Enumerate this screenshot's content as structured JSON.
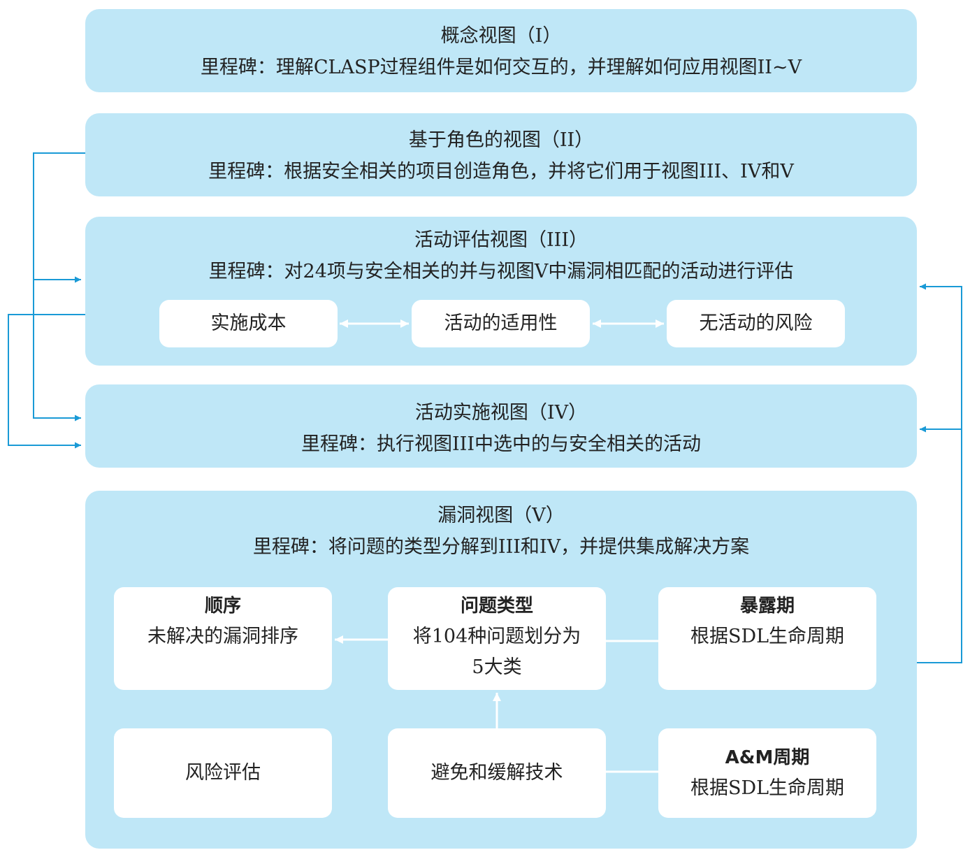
{
  "panels": {
    "p1": {
      "title": "概念视图（I）",
      "milestone": "里程碑：理解CLASP过程组件是如何交互的，并理解如何应用视图II~V"
    },
    "p2": {
      "title": "基于角色的视图（II）",
      "milestone": "里程碑：根据安全相关的项目创造角色，并将它们用于视图III、IV和V"
    },
    "p3": {
      "title": "活动评估视图（III）",
      "milestone": "里程碑：对24项与安全相关的并与视图V中漏洞相匹配的活动进行评估",
      "boxes": [
        "实施成本",
        "活动的适用性",
        "无活动的风险"
      ]
    },
    "p4": {
      "title": "活动实施视图（IV）",
      "milestone": "里程碑：执行视图III中选中的与安全相关的活动"
    },
    "p5": {
      "title": "漏洞视图（V）",
      "milestone": "里程碑：将问题的类型分解到III和IV，并提供集成解决方案",
      "order": {
        "title": "顺序",
        "text": "未解决的漏洞排序"
      },
      "types": {
        "title": "问题类型",
        "line1": "将104种问题划分为",
        "line2": "5大类"
      },
      "exposure": {
        "title": "暴露期",
        "text": "根据SDL生命周期"
      },
      "risk": "风险评估",
      "avoid": "避免和缓解技术",
      "am": {
        "title": "A&M周期",
        "text": "根据SDL生命周期"
      }
    }
  },
  "colors": {
    "panel": "#bfe7f7",
    "arrow": "#1a9ad6",
    "box": "#ffffff"
  }
}
